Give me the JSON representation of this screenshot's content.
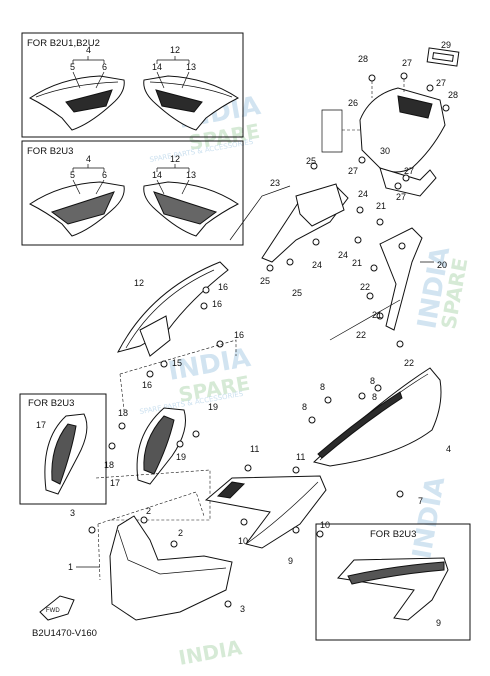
{
  "diagram_code": "B2U1470-V160",
  "front_mark": "FWD",
  "box_labels": {
    "top_box": "FOR B2U1,B2U2",
    "mid_box": "FOR B2U3",
    "left_box": "FOR B2U3",
    "bottom_box": "FOR B2U3"
  },
  "watermark": {
    "brand_line1": "INDIA",
    "brand_line2": "SPARE",
    "brand_tag": "SPARE PARTS & ACCESSORIES"
  },
  "callouts": {
    "top_left_4": "4",
    "top_left_5": "5",
    "top_left_6": "6",
    "top_right_12": "12",
    "top_right_14": "14",
    "top_right_13": "13",
    "mid_left_4": "4",
    "mid_left_5": "5",
    "mid_left_6": "6",
    "mid_right_12": "12",
    "mid_right_14": "14",
    "mid_right_13": "13",
    "c29": "29",
    "c28a": "28",
    "c27a": "27",
    "c27b": "27",
    "c28b": "28",
    "c26": "26",
    "c30": "30",
    "c27c": "27",
    "c27d": "27",
    "c27e": "27",
    "c25a": "25",
    "c23": "23",
    "c24a": "24",
    "c21a": "21",
    "c21b": "21",
    "c24b": "24",
    "c24c": "24",
    "c25b": "25",
    "c25c": "25",
    "c20": "20",
    "c22a": "22",
    "c22b": "22",
    "c22c": "22",
    "c21c": "21",
    "c12": "12",
    "c16a": "16",
    "c16b": "16",
    "c16c": "16",
    "c15": "15",
    "c16d": "16",
    "c8a": "8",
    "c8b": "8",
    "c8c": "8",
    "c8d": "8",
    "c4": "4",
    "c17a": "17",
    "c18a": "18",
    "c19a": "19",
    "c18b": "18",
    "c19b": "19",
    "c17b": "17",
    "c11a": "11",
    "c11b": "11",
    "c7": "7",
    "c10a": "10",
    "c10b": "10",
    "c9a": "9",
    "c3a": "3",
    "c2a": "2",
    "c2b": "2",
    "c1": "1",
    "c3b": "3",
    "c9b": "9"
  }
}
